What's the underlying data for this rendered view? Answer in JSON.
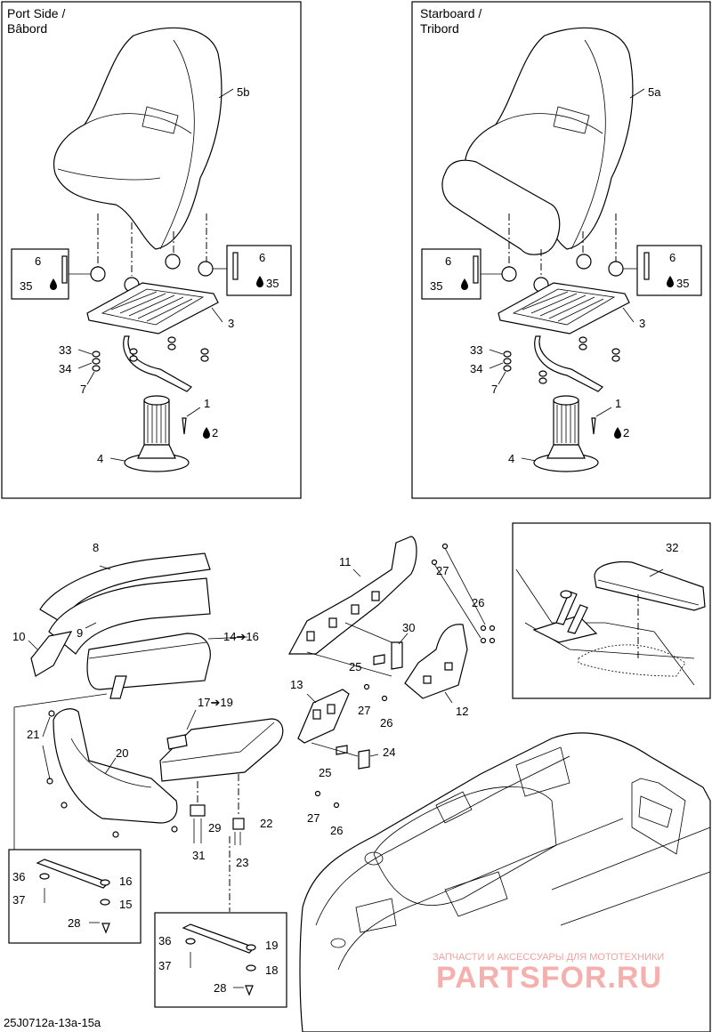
{
  "panels": {
    "port_title_1": "Port Side /",
    "port_title_2": "Bâbord",
    "starboard_title_1": "Starboard /",
    "starboard_title_2": "Tribord"
  },
  "labels": [
    {
      "id": "p5b",
      "text": "5b"
    },
    {
      "id": "p6a",
      "text": "6"
    },
    {
      "id": "p35a",
      "text": "35"
    },
    {
      "id": "p6b",
      "text": "6"
    },
    {
      "id": "p35b",
      "text": "35"
    },
    {
      "id": "p3a",
      "text": "3"
    },
    {
      "id": "p33a",
      "text": "33"
    },
    {
      "id": "p34a",
      "text": "34"
    },
    {
      "id": "p7a",
      "text": "7"
    },
    {
      "id": "p1a",
      "text": "1"
    },
    {
      "id": "p2a",
      "text": "2"
    },
    {
      "id": "p4a",
      "text": "4"
    },
    {
      "id": "p5a",
      "text": "5a"
    },
    {
      "id": "p6c",
      "text": "6"
    },
    {
      "id": "p35c",
      "text": "35"
    },
    {
      "id": "p6d",
      "text": "6"
    },
    {
      "id": "p35d",
      "text": "35"
    },
    {
      "id": "p3b",
      "text": "3"
    },
    {
      "id": "p33b",
      "text": "33"
    },
    {
      "id": "p34b",
      "text": "34"
    },
    {
      "id": "p7b",
      "text": "7"
    },
    {
      "id": "p1b",
      "text": "1"
    },
    {
      "id": "p2b",
      "text": "2"
    },
    {
      "id": "p4b",
      "text": "4"
    },
    {
      "id": "p8",
      "text": "8"
    },
    {
      "id": "p9",
      "text": "9"
    },
    {
      "id": "p10",
      "text": "10"
    },
    {
      "id": "p14",
      "text": "14➔16"
    },
    {
      "id": "p21",
      "text": "21"
    },
    {
      "id": "p20",
      "text": "20"
    },
    {
      "id": "p17",
      "text": "17➔19"
    },
    {
      "id": "p29",
      "text": "29"
    },
    {
      "id": "p22",
      "text": "22"
    },
    {
      "id": "p31",
      "text": "31"
    },
    {
      "id": "p23",
      "text": "23"
    },
    {
      "id": "p11",
      "text": "11"
    },
    {
      "id": "p27a",
      "text": "27"
    },
    {
      "id": "p26a",
      "text": "26"
    },
    {
      "id": "p30",
      "text": "30"
    },
    {
      "id": "p25a",
      "text": "25"
    },
    {
      "id": "p12",
      "text": "12"
    },
    {
      "id": "p13",
      "text": "13"
    },
    {
      "id": "p27b",
      "text": "27"
    },
    {
      "id": "p26b",
      "text": "26"
    },
    {
      "id": "p24",
      "text": "24"
    },
    {
      "id": "p25b",
      "text": "25"
    },
    {
      "id": "p27c",
      "text": "27"
    },
    {
      "id": "p26c",
      "text": "26"
    },
    {
      "id": "p32",
      "text": "32"
    },
    {
      "id": "p36a",
      "text": "36"
    },
    {
      "id": "p16",
      "text": "16"
    },
    {
      "id": "p37a",
      "text": "37"
    },
    {
      "id": "p15",
      "text": "15"
    },
    {
      "id": "p28a",
      "text": "28"
    },
    {
      "id": "p36b",
      "text": "36"
    },
    {
      "id": "p19",
      "text": "19"
    },
    {
      "id": "p37b",
      "text": "37"
    },
    {
      "id": "p18",
      "text": "18"
    },
    {
      "id": "p28b",
      "text": "28"
    }
  ],
  "watermark": {
    "tagline": "ЗАПЧАСТИ И АКСЕССУАРЫ ДЛЯ МОТОТЕХНИКИ",
    "brand": "PARTSFOR.RU",
    "color": "#e8504a"
  },
  "figure_code": "25J0712a-13a-15a"
}
